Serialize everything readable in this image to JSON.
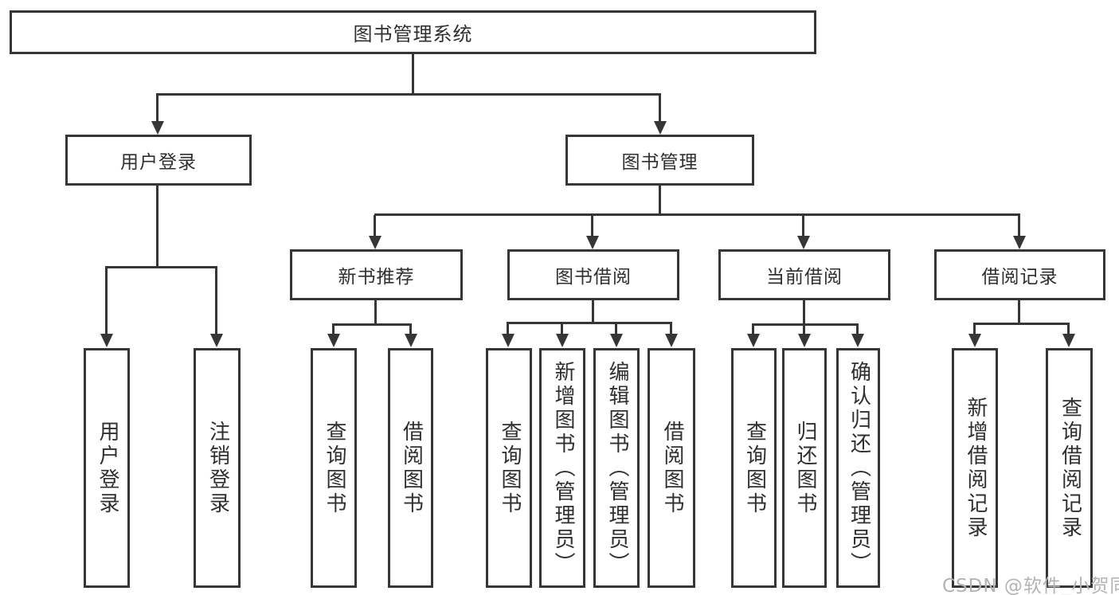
{
  "diagram_type": "hierarchy-tree",
  "colors": {
    "line": "#363636",
    "text": "#2f2f2f",
    "watermark": "#b3b3b3",
    "background": "#ffffff"
  },
  "tree": {
    "root": {
      "label": "图书管理系统",
      "children": [
        {
          "label": "用户登录",
          "children": [
            {
              "label": "用户登录"
            },
            {
              "label": "注销登录"
            }
          ]
        },
        {
          "label": "图书管理",
          "children": [
            {
              "label": "新书推荐",
              "children": [
                {
                  "label": "查询图书"
                },
                {
                  "label": "借阅图书"
                }
              ]
            },
            {
              "label": "图书借阅",
              "children": [
                {
                  "label": "查询图书"
                },
                {
                  "label": "新增图书（管理员）"
                },
                {
                  "label": "编辑图书（管理员）"
                },
                {
                  "label": "借阅图书"
                }
              ]
            },
            {
              "label": "当前借阅",
              "children": [
                {
                  "label": "查询图书"
                },
                {
                  "label": "归还图书"
                },
                {
                  "label": "确认归还（管理员）"
                }
              ]
            },
            {
              "label": "借阅记录",
              "children": [
                {
                  "label": "新增借阅记录"
                },
                {
                  "label": "查询借阅记录"
                }
              ]
            }
          ]
        }
      ]
    }
  },
  "watermark": {
    "text": "CSDN @软件_小贺同学"
  }
}
